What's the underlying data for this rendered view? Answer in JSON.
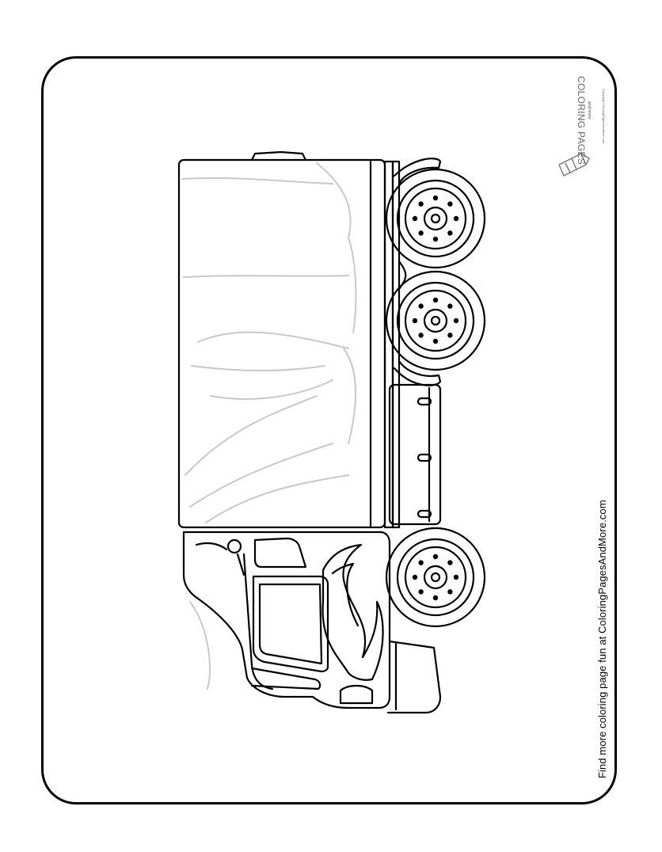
{
  "footer": {
    "text": "Find more coloring page fun at ColoringPagesAndMore.com"
  },
  "logo": {
    "title": "COLORING PAGES",
    "subtitle": "and more",
    "copyright": "Copyright ColoringPagesAndMore.com",
    "icon": "crayon-icon"
  },
  "illustration": {
    "subject": "semi-truck-outline",
    "icon": "truck-icon"
  },
  "colors": {
    "ink": "#000000",
    "paper": "#ffffff",
    "sketch": "#c8c8c8",
    "frame": "#000000"
  }
}
